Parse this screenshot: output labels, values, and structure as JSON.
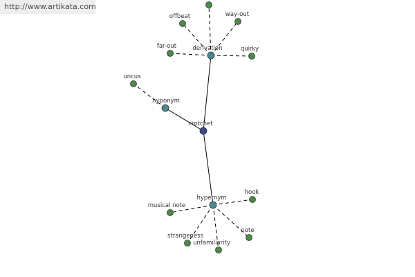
{
  "watermark": "http://www.artikata.com",
  "colors": {
    "center": "#3b4a86",
    "relation": "#4a8a8d",
    "leaf": "#4b8a47",
    "edge": "#000000"
  },
  "graph": {
    "nodes": [
      {
        "id": "crotchet",
        "label": "crotchet",
        "type": "center"
      },
      {
        "id": "derivation",
        "label": "derivation",
        "type": "relation"
      },
      {
        "id": "hyponym",
        "label": "hyponym",
        "type": "relation"
      },
      {
        "id": "hypernym",
        "label": "hypernym",
        "type": "relation"
      },
      {
        "id": "top",
        "label": "",
        "type": "leaf"
      },
      {
        "id": "offbeat",
        "label": "offbeat",
        "type": "leaf"
      },
      {
        "id": "way-out",
        "label": "way-out",
        "type": "leaf"
      },
      {
        "id": "far-out",
        "label": "far-out",
        "type": "leaf"
      },
      {
        "id": "quirky",
        "label": "quirky",
        "type": "leaf"
      },
      {
        "id": "uncus",
        "label": "uncus",
        "type": "leaf"
      },
      {
        "id": "hook",
        "label": "hook",
        "type": "leaf"
      },
      {
        "id": "musical-note",
        "label": "musical note",
        "type": "leaf"
      },
      {
        "id": "note",
        "label": "note",
        "type": "leaf"
      },
      {
        "id": "strangeness",
        "label": "strangeness",
        "type": "leaf"
      },
      {
        "id": "unfamiliarity",
        "label": "unfamiliarity",
        "type": "leaf"
      }
    ],
    "edges": [
      {
        "from": "crotchet",
        "to": "derivation",
        "style": "solid"
      },
      {
        "from": "crotchet",
        "to": "hyponym",
        "style": "solid"
      },
      {
        "from": "crotchet",
        "to": "hypernym",
        "style": "solid"
      },
      {
        "from": "derivation",
        "to": "top",
        "style": "dashed"
      },
      {
        "from": "derivation",
        "to": "offbeat",
        "style": "dashed"
      },
      {
        "from": "derivation",
        "to": "way-out",
        "style": "dashed"
      },
      {
        "from": "derivation",
        "to": "far-out",
        "style": "dashed"
      },
      {
        "from": "derivation",
        "to": "quirky",
        "style": "dashed"
      },
      {
        "from": "hyponym",
        "to": "uncus",
        "style": "dashed"
      },
      {
        "from": "hypernym",
        "to": "hook",
        "style": "dashed"
      },
      {
        "from": "hypernym",
        "to": "musical-note",
        "style": "dashed"
      },
      {
        "from": "hypernym",
        "to": "note",
        "style": "dashed"
      },
      {
        "from": "hypernym",
        "to": "strangeness",
        "style": "dashed"
      },
      {
        "from": "hypernym",
        "to": "unfamiliarity",
        "style": "dashed"
      }
    ]
  }
}
